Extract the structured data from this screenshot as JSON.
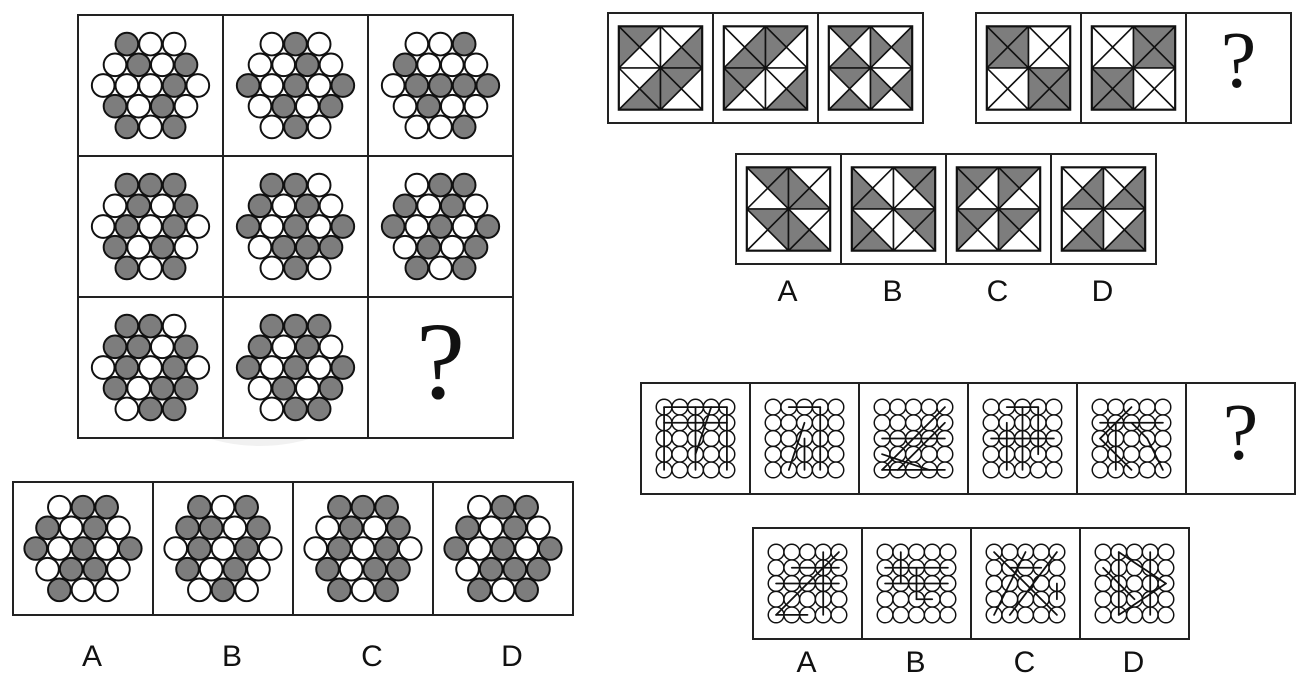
{
  "question_mark": "?",
  "puzzle1": {
    "palette": {
      "filled": "#7d7d7d",
      "empty": "#ffffff",
      "stroke": "#111111"
    },
    "grid": [
      {
        "filled": [
          0,
          4,
          6,
          10,
          12,
          14,
          16,
          18
        ]
      },
      {
        "filled": [
          1,
          5,
          7,
          9,
          11,
          13,
          15,
          17
        ]
      },
      {
        "filled": [
          2,
          3,
          8,
          9,
          10,
          11,
          13,
          18
        ]
      },
      {
        "filled": [
          0,
          1,
          2,
          4,
          6,
          8,
          10,
          12,
          14,
          16,
          18
        ]
      },
      {
        "filled": [
          0,
          1,
          3,
          5,
          7,
          9,
          11,
          13,
          14,
          15,
          17
        ]
      },
      {
        "filled": [
          1,
          2,
          3,
          5,
          7,
          9,
          11,
          13,
          15,
          16,
          18
        ]
      },
      {
        "filled": [
          0,
          1,
          3,
          4,
          6,
          8,
          10,
          12,
          14,
          15,
          17,
          18
        ]
      },
      {
        "filled": [
          0,
          1,
          2,
          3,
          5,
          7,
          9,
          11,
          13,
          15,
          17,
          18
        ]
      },
      null
    ],
    "options": [
      {
        "label": "A",
        "filled": [
          1,
          2,
          3,
          5,
          7,
          9,
          11,
          13,
          14,
          16
        ]
      },
      {
        "label": "B",
        "filled": [
          0,
          2,
          3,
          4,
          6,
          8,
          10,
          12,
          14,
          17
        ]
      },
      {
        "label": "C",
        "filled": [
          0,
          1,
          2,
          4,
          6,
          8,
          10,
          12,
          14,
          15,
          16,
          18
        ]
      },
      {
        "label": "D",
        "filled": [
          1,
          2,
          3,
          5,
          7,
          9,
          11,
          13,
          14,
          15,
          16,
          18
        ]
      }
    ]
  },
  "puzzle2": {
    "palette": {
      "fill": "#7d7d7d",
      "stroke": "#111111"
    },
    "row1": [
      {
        "shaded": [
          0,
          3,
          5,
          6,
          9,
          10,
          12,
          15
        ]
      },
      {
        "shaded": [
          1,
          2,
          4,
          7,
          8,
          11,
          13,
          14
        ]
      },
      {
        "shaded": [
          0,
          2,
          5,
          7,
          8,
          10,
          13,
          15
        ]
      }
    ],
    "row2": [
      {
        "shaded": [
          0,
          1,
          2,
          3,
          12,
          13,
          14,
          15
        ]
      },
      {
        "shaded": [
          4,
          5,
          6,
          7,
          8,
          9,
          10,
          11
        ]
      },
      null
    ],
    "options": [
      {
        "label": "A",
        "shaded": [
          0,
          1,
          6,
          7,
          8,
          9,
          14,
          15
        ]
      },
      {
        "label": "B",
        "shaded": [
          2,
          3,
          4,
          5,
          10,
          11,
          12,
          13
        ]
      },
      {
        "label": "C",
        "shaded": [
          0,
          3,
          4,
          7,
          8,
          11,
          12,
          15
        ]
      },
      {
        "label": "D",
        "shaded": [
          1,
          2,
          5,
          6,
          9,
          10,
          13,
          14
        ]
      }
    ]
  },
  "puzzle3": {
    "palette": {
      "stroke": "#111111"
    },
    "sequence": [
      {
        "lines": [
          [
            0,
            4
          ],
          [
            4,
            24
          ],
          [
            0,
            20
          ],
          [
            5,
            9
          ],
          [
            22,
            2
          ],
          [
            17,
            3
          ]
        ]
      },
      {
        "lines": [
          [
            1,
            3
          ],
          [
            3,
            18
          ],
          [
            18,
            23
          ],
          [
            21,
            7
          ],
          [
            12,
            22
          ]
        ]
      },
      {
        "lines": [
          [
            10,
            14
          ],
          [
            20,
            24
          ],
          [
            4,
            20
          ],
          [
            9,
            21
          ],
          [
            15,
            23
          ]
        ]
      },
      {
        "lines": [
          [
            2,
            22
          ],
          [
            10,
            14
          ],
          [
            1,
            3
          ],
          [
            3,
            18
          ],
          [
            6,
            21
          ]
        ]
      },
      {
        "lines": [
          [
            2,
            10
          ],
          [
            10,
            22
          ],
          [
            7,
            13
          ],
          [
            13,
            24
          ],
          [
            6,
            21
          ],
          [
            5,
            9
          ]
        ]
      },
      null
    ],
    "options": [
      {
        "label": "A",
        "lines": [
          [
            3,
            23
          ],
          [
            4,
            20
          ],
          [
            10,
            14
          ],
          [
            6,
            9
          ],
          [
            20,
            22
          ]
        ]
      },
      {
        "label": "B",
        "lines": [
          [
            5,
            9
          ],
          [
            10,
            14
          ],
          [
            7,
            17
          ],
          [
            17,
            18
          ],
          [
            1,
            11
          ]
        ]
      },
      {
        "label": "C",
        "lines": [
          [
            0,
            24
          ],
          [
            2,
            20
          ],
          [
            4,
            21
          ],
          [
            6,
            8
          ],
          [
            14,
            19
          ]
        ]
      },
      {
        "label": "D",
        "lines": [
          [
            1,
            21
          ],
          [
            1,
            14
          ],
          [
            14,
            21
          ],
          [
            3,
            23
          ],
          [
            5,
            17
          ]
        ]
      }
    ]
  }
}
